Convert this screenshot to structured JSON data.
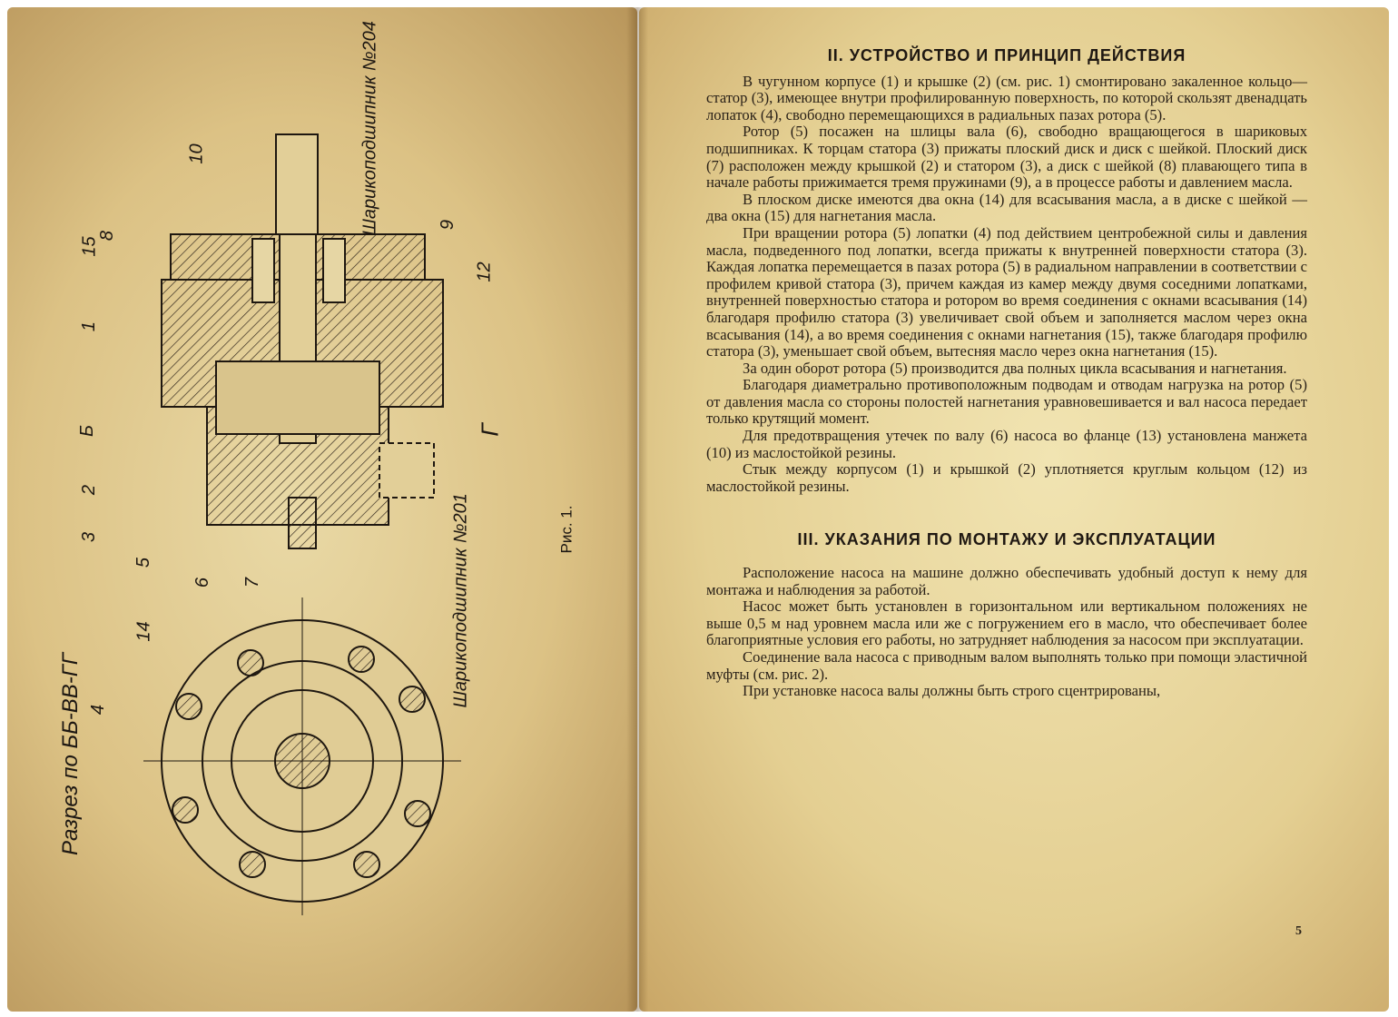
{
  "left_page": {
    "figure_caption": "Рис. 1.",
    "section_caption": "Разрез по ББ-ВВ-ГГ",
    "bearing_top": "Шарикоподшипник №204",
    "bearing_bottom": "Шарикоподшипник №201",
    "callouts": [
      "10",
      "15",
      "8",
      "1",
      "Б",
      "2",
      "3",
      "5",
      "6",
      "7",
      "9",
      "12",
      "Г",
      "14",
      "4"
    ]
  },
  "right_page": {
    "section2_title": "II. УСТРОЙСТВО И ПРИНЦИП ДЕЙСТВИЯ",
    "section2_paragraphs": [
      "В чугунном корпусе (1) и крышке (2) (см. рис. 1) смонтировано закаленное кольцо—статор (3), имеющее внутри профилированную поверхность, по которой скользят двенадцать лопаток (4), свободно перемещающихся в радиальных пазах ротора (5).",
      "Ротор (5) посажен на шлицы вала (6), свободно вращающегося в шариковых подшипниках. К торцам статора (3) прижаты плоский диск и диск с шейкой. Плоский диск (7) расположен между крышкой (2) и статором (3), а диск с шейкой (8) плавающего типа в начале работы прижимается тремя пружинами (9), а в процессе работы и давлением масла.",
      "В плоском диске имеются два окна (14) для всасывания масла, а в диске с шейкой — два окна (15) для нагнетания масла.",
      "При вращении ротора (5) лопатки (4) под действием центробежной силы и давления масла, подведенного под лопатки, всегда прижаты к внутренней поверхности статора (3). Каждая лопатка перемещается в пазах ротора (5) в радиальном направлении в соответствии с профилем кривой статора (3), причем каждая из камер между двумя соседними лопатками, внутренней поверхностью статора и ротором во время соединения с окнами всасывания (14) благодаря профилю статора (3) увеличивает свой объем и заполняется маслом через окна всасывания (14), а во время соединения с окнами нагнетания (15), также благодаря профилю статора (3), уменьшает свой объем, вытесняя масло через окна нагнетания (15).",
      "За один оборот ротора (5) производится два полных цикла всасывания и нагнетания.",
      "Благодаря диаметрально противоположным подводам и отводам нагрузка на ротор (5) от давления масла со стороны полостей нагнетания уравновешивается и вал насоса передает только крутящий момент.",
      "Для предотвращения утечек по валу (6) насоса во фланце (13) установлена манжета (10) из маслостойкой резины.",
      "Стык между корпусом (1) и крышкой (2) уплотняется круглым кольцом (12) из маслостойкой резины."
    ],
    "section3_title": "III. УКАЗАНИЯ ПО МОНТАЖУ И ЭКСПЛУАТАЦИИ",
    "section3_paragraphs": [
      "Расположение насоса на машине должно обеспечивать удобный доступ к нему для монтажа и наблюдения за работой.",
      "Насос может быть установлен в горизонтальном или вертикальном положениях не выше 0,5 м над уровнем масла или же с погружением его в масло, что обеспечивает более благоприятные условия его работы, но затрудняет наблюдения за насосом при эксплуатации.",
      "Соединение вала насоса с приводным валом выполнять только при помощи эластичной муфты (см. рис. 2).",
      "При установке насоса валы должны быть строго сцентрированы,"
    ],
    "page_number": "5"
  }
}
